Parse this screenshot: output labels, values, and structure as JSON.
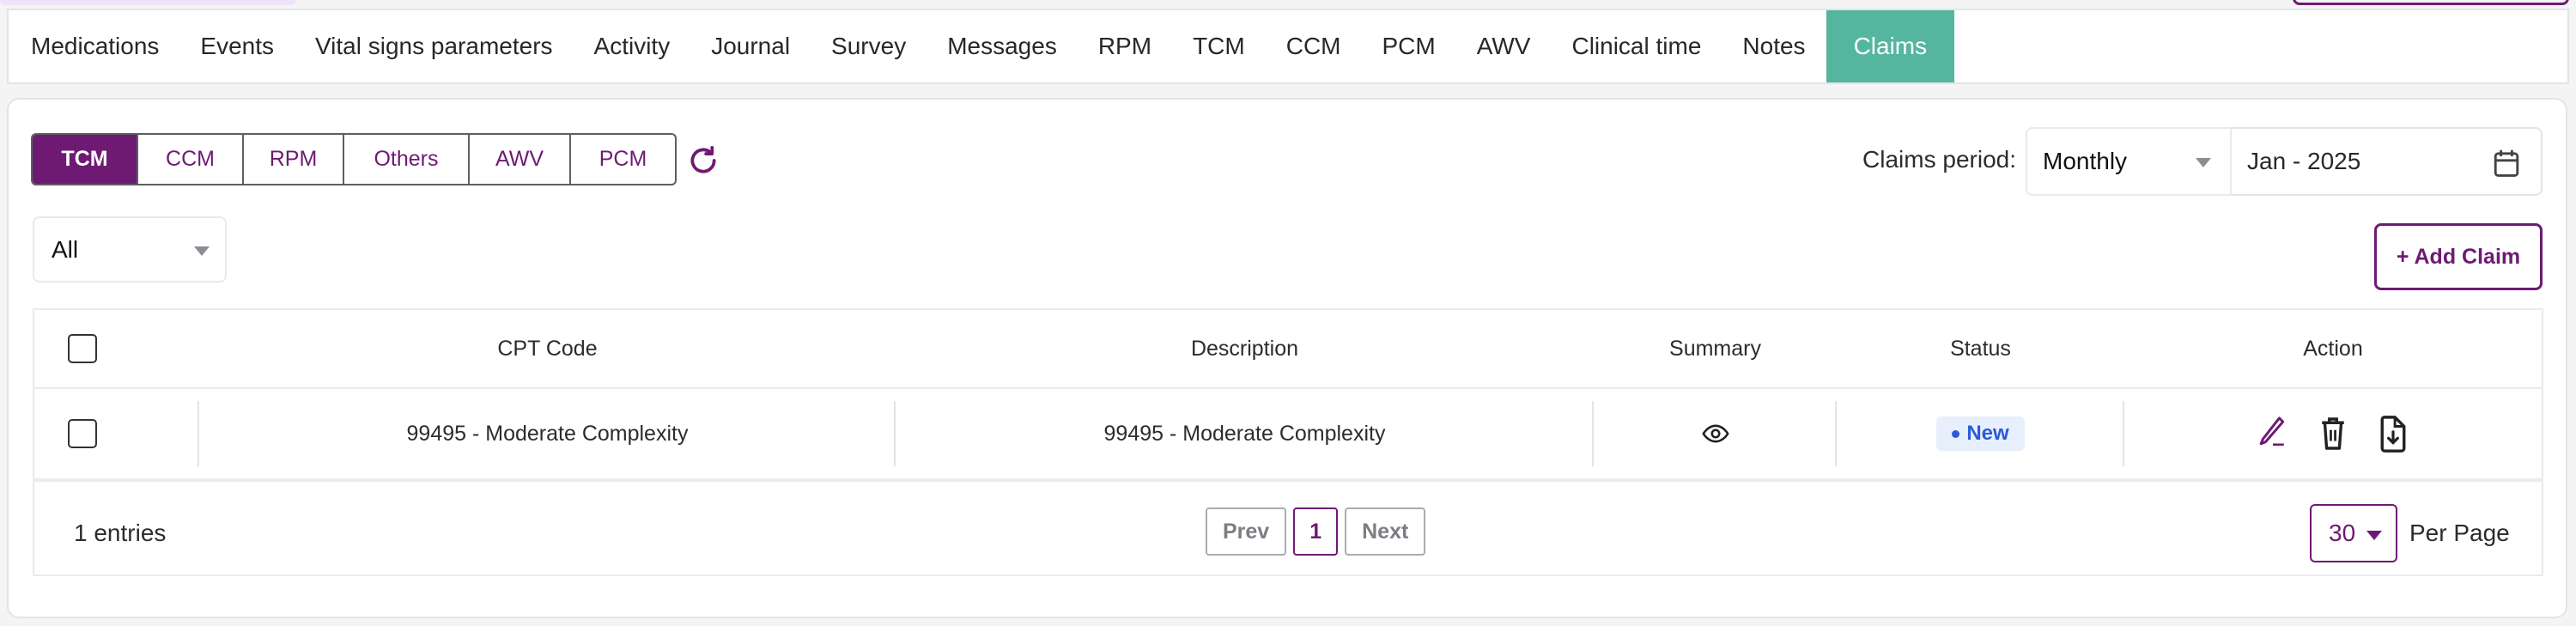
{
  "tabs": [
    {
      "label": "Medications"
    },
    {
      "label": "Events"
    },
    {
      "label": "Vital signs parameters"
    },
    {
      "label": "Activity"
    },
    {
      "label": "Journal"
    },
    {
      "label": "Survey"
    },
    {
      "label": "Messages"
    },
    {
      "label": "RPM"
    },
    {
      "label": "TCM"
    },
    {
      "label": "CCM"
    },
    {
      "label": "PCM"
    },
    {
      "label": "AWV"
    },
    {
      "label": "Clinical time"
    },
    {
      "label": "Notes"
    },
    {
      "label": "Claims"
    }
  ],
  "active_tab": "Claims",
  "claim_types": [
    {
      "label": "TCM"
    },
    {
      "label": "CCM"
    },
    {
      "label": "RPM"
    },
    {
      "label": "Others"
    },
    {
      "label": "AWV"
    },
    {
      "label": "PCM"
    }
  ],
  "active_claim_type": "TCM",
  "filters": {
    "period_label": "Claims period:",
    "period_value": "Monthly",
    "date_value": "Jan - 2025",
    "status_filter": "All"
  },
  "add_claim_label": "+ Add Claim",
  "table": {
    "headers": {
      "cpt": "CPT Code",
      "description": "Description",
      "summary": "Summary",
      "status": "Status",
      "action": "Action"
    },
    "rows": [
      {
        "cpt": "99495 - Moderate Complexity",
        "description": "99495 - Moderate Complexity",
        "status": "New"
      }
    ]
  },
  "footer": {
    "entries": "1 entries",
    "prev": "Prev",
    "page": "1",
    "next": "Next",
    "per_page_value": "30",
    "per_page_label": "Per Page"
  },
  "colors": {
    "brand": "#6e1a73",
    "active_tab": "#55b6a0",
    "status_new": "#2a5bd7"
  }
}
